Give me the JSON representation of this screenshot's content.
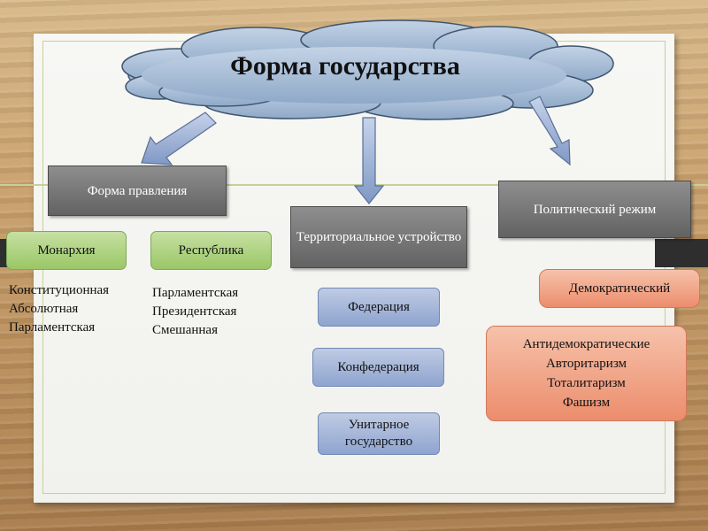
{
  "title": "Форма государства",
  "branches": {
    "form_of_government": "Форма правления",
    "territorial": "Территориальное устройство",
    "political_regime": "Политический режим"
  },
  "form_of_government": {
    "monarchy": {
      "label": "Монархия",
      "types": [
        "Конституционная",
        "Абсолютная",
        "Парламентская"
      ]
    },
    "republic": {
      "label": "Республика",
      "types": [
        "Парламентская",
        "Президентская",
        "Смешанная"
      ]
    }
  },
  "territorial": {
    "items": [
      "Федерация",
      "Конфедерация",
      "Унитарное государство"
    ]
  },
  "political_regime": {
    "democratic": "Демократический",
    "antidemocratic": {
      "label": "Антидемократические",
      "types": [
        "Авторитаризм",
        "Тоталитаризм",
        "Фашизм"
      ]
    }
  },
  "colors": {
    "cloud": "#a9bfd8",
    "arrow": "#9fb3d4",
    "dark_box": "#777777",
    "green_box": "#b3d58a",
    "blue_box": "#a7b8dc",
    "orange_box": "#f2a888"
  }
}
